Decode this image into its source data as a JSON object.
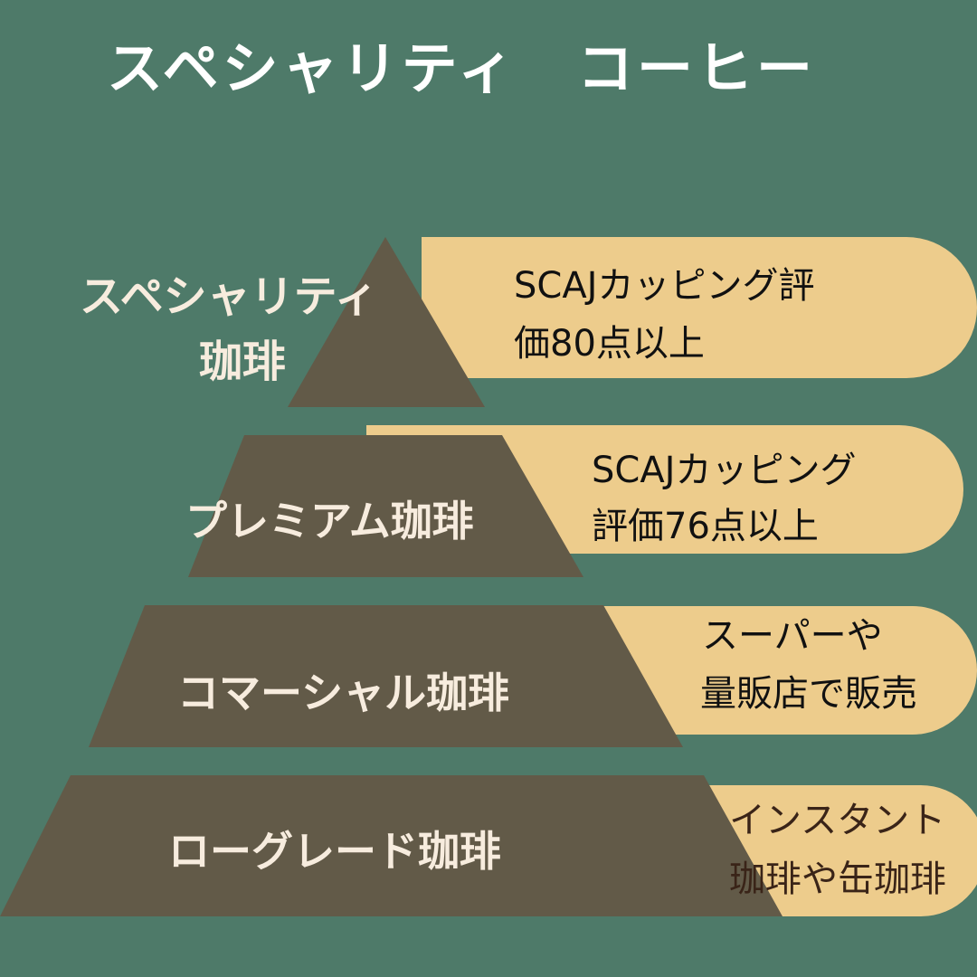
{
  "title": "スペシャリティ　コーヒー",
  "colors": {
    "background": "#4e7a69",
    "pyramid": "#625a48",
    "pill": "#edcc8c",
    "label_text": "#f7ecde",
    "pill_text": "#111111"
  },
  "tiers": [
    {
      "label_line1": "スペシャリティ",
      "label_line2": "珈琲",
      "desc_line1": "SCAJカッピング評",
      "desc_line2": "価80点以上"
    },
    {
      "label_line1": "プレミアム珈琲",
      "desc_line1": "SCAJカッピング",
      "desc_line2": "評価76点以上"
    },
    {
      "label_line1": "コマーシャル珈琲",
      "desc_line1": "スーパーや",
      "desc_line2": "量販店で販売"
    },
    {
      "label_line1": "ローグレード珈琲",
      "desc_line1": "インスタント",
      "desc_line2": "珈琲や缶珈琲"
    }
  ]
}
